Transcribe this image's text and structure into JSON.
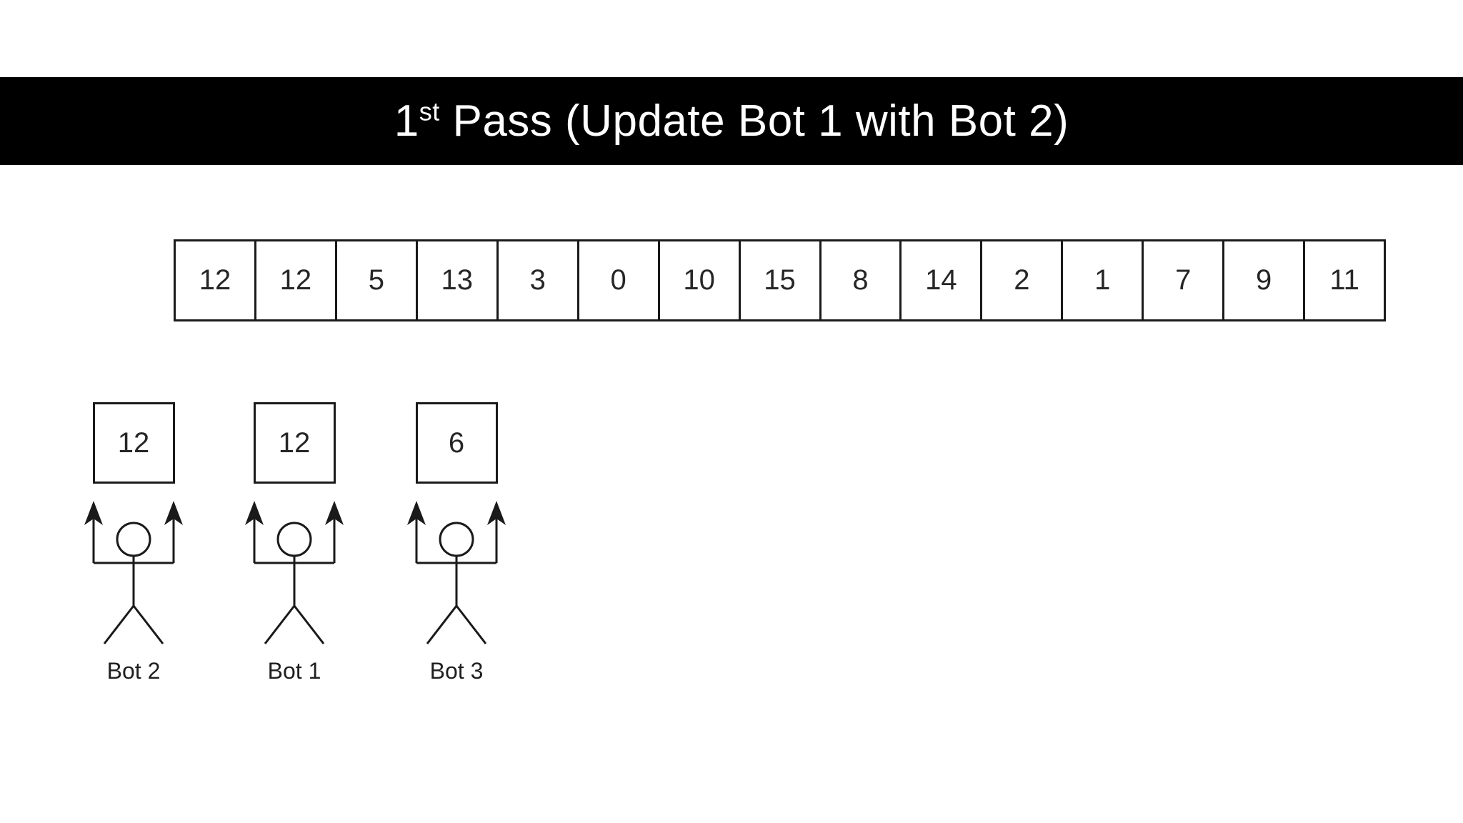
{
  "title": {
    "prefix": "1",
    "superscript": "st",
    "rest": " Pass (Update Bot 1 with Bot 2)"
  },
  "array_row": {
    "cells": [
      "12",
      "12",
      "5",
      "13",
      "3",
      "0",
      "10",
      "15",
      "8",
      "14",
      "2",
      "1",
      "7",
      "9",
      "11"
    ]
  },
  "bots": [
    {
      "label": "Bot 2",
      "value": "12"
    },
    {
      "label": "Bot 1",
      "value": "12"
    },
    {
      "label": "Bot 3",
      "value": "6"
    }
  ],
  "colors": {
    "bar_background": "#000000",
    "title_text": "#ffffff",
    "line": "#1a1a1a",
    "number_text": "#262626",
    "background": "#ffffff"
  },
  "icons": {
    "stick_figure": "stick-figure-icon",
    "up_arrow": "up-arrow-icon"
  }
}
